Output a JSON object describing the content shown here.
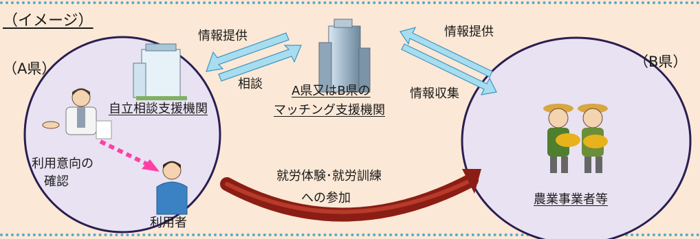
{
  "title": "（イメージ）",
  "pref_a": "（A県）",
  "pref_b": "（B県）",
  "self_support_org": "自立相談支援機関",
  "matching_org_line1": "A県又はB県の",
  "matching_org_line2": "マッチング支援機関",
  "farm_operators": "農業事業者等",
  "user": "利用者",
  "intent_check_line1": "利用意向の",
  "intent_check_line2": "確認",
  "info_provide_left": "情報提供",
  "consultation": "相談",
  "info_provide_right": "情報提供",
  "info_collect": "情報収集",
  "participation_line1": "就労体験･就労訓練",
  "participation_line2": "への参加",
  "colors": {
    "background": "#fbe8d6",
    "circle_fill": "#e8e2f2",
    "circle_stroke": "#2a1e52",
    "arrow_blue": "#a7ddef",
    "arrow_red": "#8b1e14",
    "dotted_arrow": "#ff3fa6",
    "border_dots": "#5aa9c9"
  }
}
